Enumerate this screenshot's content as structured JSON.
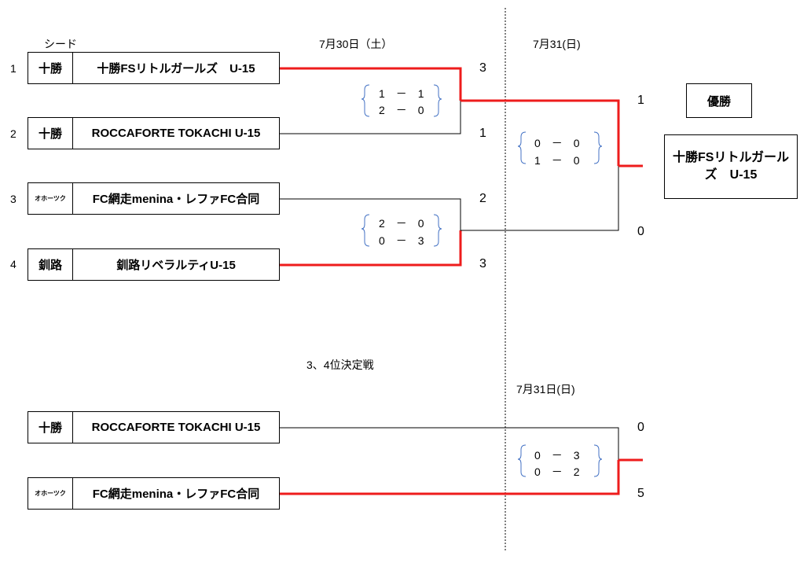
{
  "header": {
    "seed_label": "シード",
    "date_round1": "7月30日（土）",
    "date_round2": "7月31(日)",
    "third_place_title": "3、4位決定戦",
    "third_place_date": "7月31日(日)"
  },
  "teams": [
    {
      "seed": "1",
      "region": "十勝",
      "name": "十勝FSリトルガールズ　U-15"
    },
    {
      "seed": "2",
      "region": "十勝",
      "name": "ROCCAFORTE TOKACHI U-15"
    },
    {
      "seed": "3",
      "region": "オホーツク",
      "name": "FC網走menina・レファFC合同"
    },
    {
      "seed": "4",
      "region": "釧路",
      "name": "釧路リベラルティU-15"
    }
  ],
  "semifinal1": {
    "score_top": "3",
    "score_bottom": "1",
    "half1": "1　－　1",
    "half2": "2　－　0"
  },
  "semifinal2": {
    "score_top": "2",
    "score_bottom": "3",
    "half1": "2　－　0",
    "half2": "0　－　3"
  },
  "final": {
    "score_top": "1",
    "score_bottom": "0",
    "half1": "0　－　0",
    "half2": "1　－　0"
  },
  "champion": {
    "label": "優勝",
    "team": "十勝FSリトルガールズ　U-15"
  },
  "third_place": {
    "teams": [
      {
        "region": "十勝",
        "name": "ROCCAFORTE TOKACHI U-15"
      },
      {
        "region": "オホーツク",
        "name": "FC網走menina・レファFC合同"
      }
    ],
    "score_top": "0",
    "score_bottom": "5",
    "half1": "0　－　3",
    "half2": "0　－　2"
  },
  "colors": {
    "winner_line": "#ee1c1c",
    "line": "#000000"
  }
}
